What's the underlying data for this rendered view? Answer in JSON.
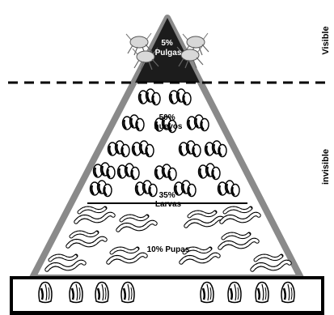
{
  "pyramid": {
    "tiers": [
      {
        "id": "adults",
        "label": "5%\nPulgas"
      },
      {
        "id": "eggs",
        "label": "50%\nhuevos"
      },
      {
        "id": "larvae",
        "label": "35%\nLarvas"
      },
      {
        "id": "pupae",
        "label": "10% Pupas"
      }
    ],
    "side_labels": {
      "top": "Visible",
      "bottom": "invisible"
    }
  },
  "colors": {
    "outline": "#8a8a8a",
    "tip": "#1c1c1c",
    "divider": "#000000",
    "ink": "#000000"
  },
  "icons": {
    "adults": "flea-icon",
    "eggs": "flea-egg-icon",
    "larvae": "larva-icon",
    "pupae": "cocoon-icon"
  }
}
